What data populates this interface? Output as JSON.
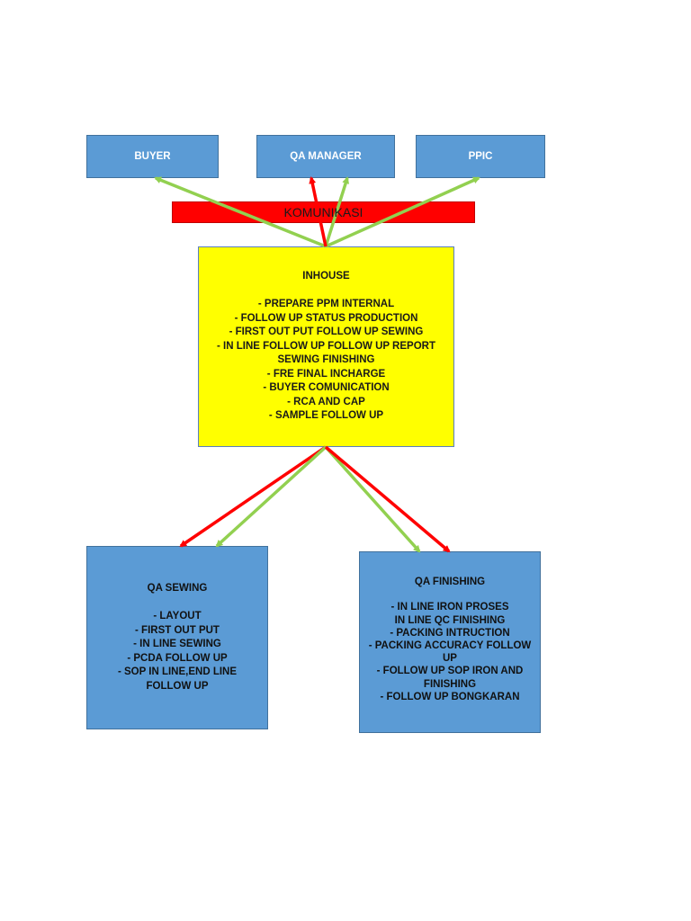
{
  "top_boxes": {
    "buyer": "BUYER",
    "qa_manager": "QA MANAGER",
    "ppic": "PPIC"
  },
  "komunikasi": "KOMUNIKASI",
  "inhouse": {
    "title": "INHOUSE",
    "items": [
      "- PREPARE PPM INTERNAL",
      "- FOLLOW UP STATUS PRODUCTION",
      "- FIRST OUT PUT FOLLOW UP SEWING",
      "- IN LINE FOLLOW UP FOLLOW UP REPORT",
      "SEWING FINISHING",
      "- FRE FINAL INCHARGE",
      "- BUYER COMUNICATION",
      "- RCA AND CAP",
      "- SAMPLE FOLLOW UP"
    ]
  },
  "qa_sewing": {
    "title": "QA SEWING",
    "items": [
      "- LAYOUT",
      "- FIRST OUT PUT",
      "- IN LINE SEWING",
      "- PCDA FOLLOW UP",
      "- SOP IN LINE,END LINE",
      "FOLLOW UP"
    ]
  },
  "qa_finishing": {
    "title": "QA FINISHING",
    "items": [
      "- IN LINE IRON PROSES",
      "IN LINE QC FINISHING",
      "- PACKING INTRUCTION",
      "- PACKING ACCURACY FOLLOW",
      "UP",
      "- FOLLOW UP SOP IRON AND",
      "FINISHING",
      "- FOLLOW UP BONGKARAN"
    ]
  },
  "colors": {
    "box_blue": "#5b9bd5",
    "inhouse_yellow": "#ffff00",
    "komunikasi_red": "#ff0000",
    "arrow_green": "#92d050",
    "arrow_red": "#ff0000"
  }
}
